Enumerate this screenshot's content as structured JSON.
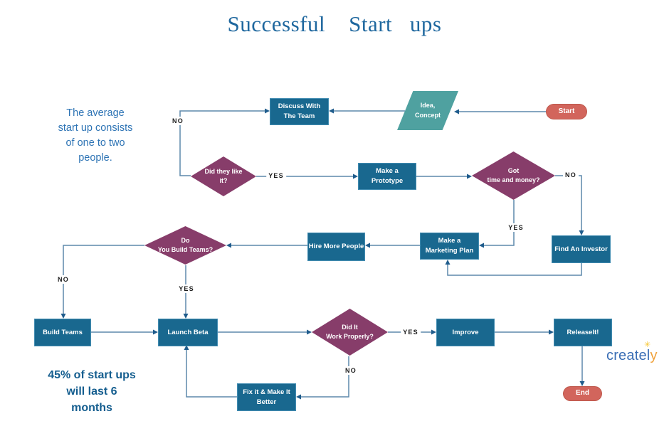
{
  "title": "Successful    Start   ups",
  "notes": {
    "average": "The average\nstart up consists\nof one to two\npeople.",
    "stat": "45% of start ups\nwill last 6\nmonths"
  },
  "nodes": {
    "start": "Start",
    "idea_concept": "Idea,\nConcept",
    "discuss": "Discuss With\nThe Team",
    "did_they_like": "Did they like\nit?",
    "make_prototype": "Make a\nPrototype",
    "got_time_money": "Got\ntime and money?",
    "find_investor": "Find An Investor",
    "marketing_plan": "Make a\nMarketing Plan",
    "hire_more": "Hire More People",
    "build_teams_q": "Do\nYou Build Teams?",
    "build_teams": "Build Teams",
    "launch_beta": "Launch Beta",
    "work_properly_q": "Did It\nWork Properly?",
    "improve": "Improve",
    "release": "ReleaseIt!",
    "fix_it": "Fix it & Make It\nBetter",
    "end": "End"
  },
  "edge_labels": {
    "no_like": "NO",
    "yes_like": "YES",
    "no_money": "NO",
    "yes_money": "YES",
    "no_teams": "NO",
    "yes_teams": "YES",
    "yes_work": "YES",
    "no_work": "NO"
  },
  "logo": {
    "blue": "createl",
    "accent": "y",
    "sparkle": "✳"
  },
  "colors": {
    "process_fill": "#19688F",
    "decision_fill": "#873D6A",
    "terminator_fill": "#D2655C",
    "io_fill": "#4FA1A0",
    "connector": "#5D89AC",
    "arrowhead": "#1F5C8C",
    "title_text": "#1E679E",
    "note_text": "#2E74B5",
    "stat_text": "#155E8F",
    "logo_blue": "#3A6EB5",
    "logo_accent": "#F0A23C"
  }
}
